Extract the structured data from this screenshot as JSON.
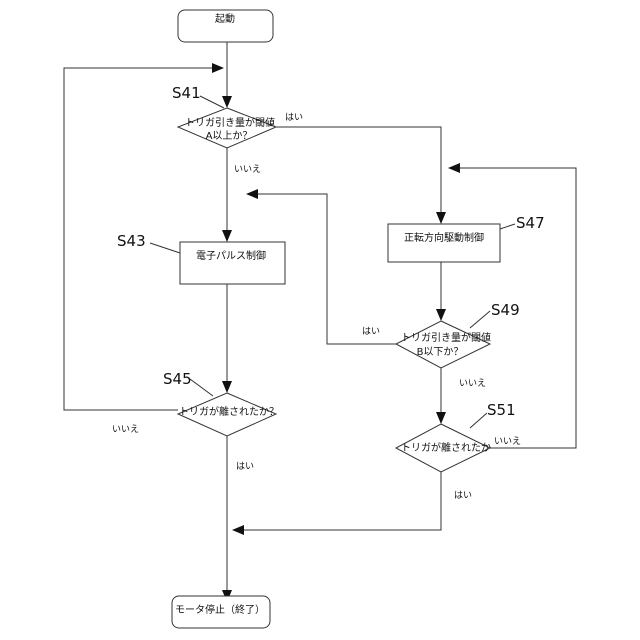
{
  "nodes": {
    "start": "起動",
    "d1": [
      "トリガ引き量が閾値",
      "A以上か？"
    ],
    "p43": "電子パルス制御",
    "p47": "正転方向駆動制御",
    "d49": [
      "トリガ引き量が閾値",
      "B以下か？"
    ],
    "d45": "トリガが離されたか？",
    "d51": "トリガが離されたか",
    "end": "モータ停止（終了）"
  },
  "steps": {
    "s41": "S41",
    "s43": "S43",
    "s45": "S45",
    "s47": "S47",
    "s49": "S49",
    "s51": "S51"
  },
  "edges": {
    "d1_yes": "はい",
    "d1_no": "いいえ",
    "d49_yes": "はい",
    "d49_no": "いいえ",
    "d45_no": "いいえ",
    "d45_yes": "はい",
    "d51_no": "いいえ",
    "d51_yes": "はい"
  }
}
